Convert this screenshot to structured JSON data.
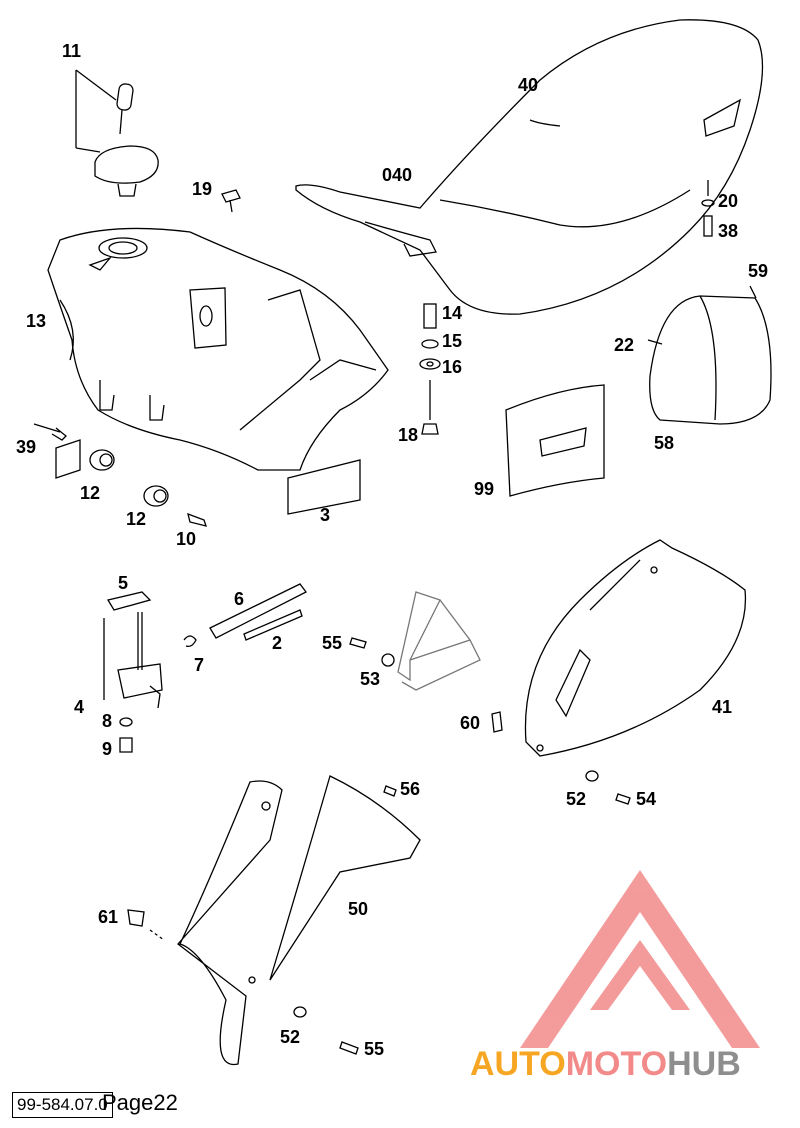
{
  "callouts": {
    "c11": "11",
    "c19": "19",
    "c40": "40",
    "c040": "040",
    "c20": "20",
    "c38": "38",
    "c13": "13",
    "c14": "14",
    "c15": "15",
    "c16": "16",
    "c59": "59",
    "c22": "22",
    "c18": "18",
    "c58": "58",
    "c39": "39",
    "c12a": "12",
    "c99": "99",
    "c3": "3",
    "c12b": "12",
    "c10": "10",
    "c5": "5",
    "c6": "6",
    "c2": "2",
    "c55a": "55",
    "c7": "7",
    "c53": "53",
    "c41": "41",
    "c4": "4",
    "c60": "60",
    "c8": "8",
    "c9": "9",
    "c52a": "52",
    "c54": "54",
    "c56": "56",
    "c50": "50",
    "c61": "61",
    "c52b": "52",
    "c55b": "55"
  },
  "footer": {
    "doc_id": "99-584.07.0",
    "page": "Page22"
  },
  "watermark": {
    "part1": "AUTO",
    "part2": "MOTO",
    "part3": "HUB"
  },
  "colors": {
    "line": "#000000",
    "watermark_orange": "#f6a623",
    "watermark_red": "#f28a8a",
    "watermark_gray": "#9a9a9a"
  }
}
